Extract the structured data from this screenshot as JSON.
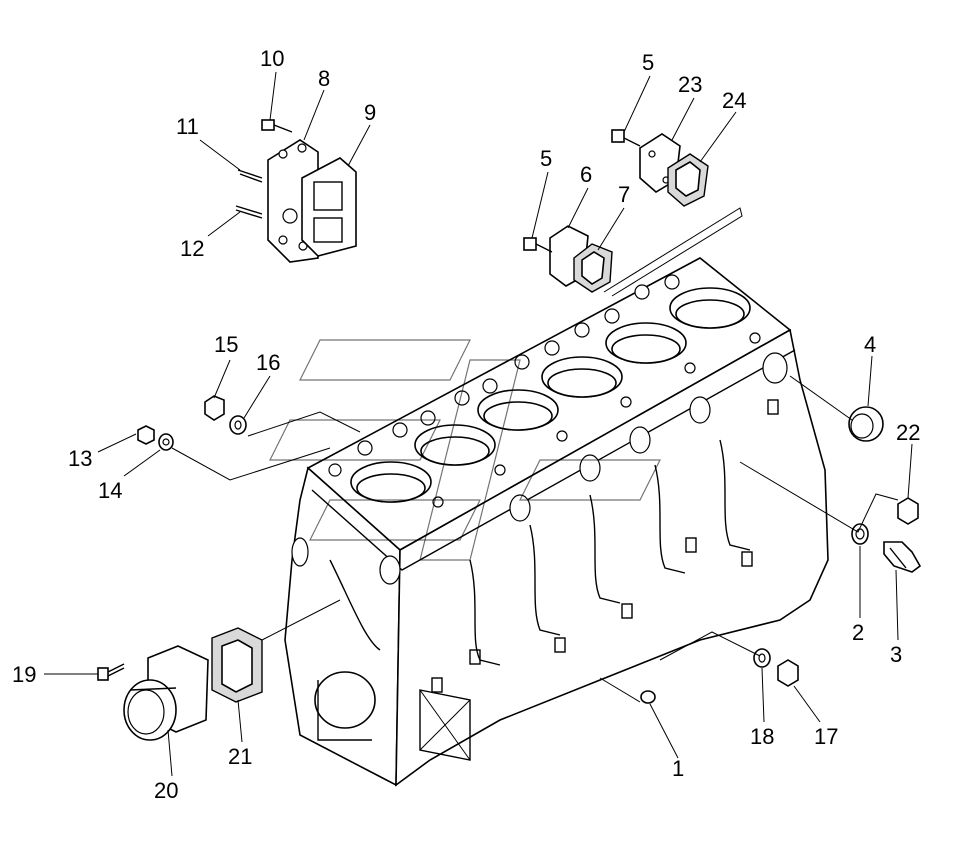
{
  "diagram": {
    "callouts": [
      {
        "id": "c1",
        "label": "1"
      },
      {
        "id": "c2",
        "label": "2"
      },
      {
        "id": "c3",
        "label": "3"
      },
      {
        "id": "c4",
        "label": "4"
      },
      {
        "id": "c5a",
        "label": "5"
      },
      {
        "id": "c5b",
        "label": "5"
      },
      {
        "id": "c6",
        "label": "6"
      },
      {
        "id": "c7",
        "label": "7"
      },
      {
        "id": "c8",
        "label": "8"
      },
      {
        "id": "c9",
        "label": "9"
      },
      {
        "id": "c10",
        "label": "10"
      },
      {
        "id": "c11",
        "label": "11"
      },
      {
        "id": "c12",
        "label": "12"
      },
      {
        "id": "c13",
        "label": "13"
      },
      {
        "id": "c14",
        "label": "14"
      },
      {
        "id": "c15",
        "label": "15"
      },
      {
        "id": "c16",
        "label": "16"
      },
      {
        "id": "c17",
        "label": "17"
      },
      {
        "id": "c18",
        "label": "18"
      },
      {
        "id": "c19",
        "label": "19"
      },
      {
        "id": "c20",
        "label": "20"
      },
      {
        "id": "c21",
        "label": "21"
      },
      {
        "id": "c22",
        "label": "22"
      },
      {
        "id": "c23",
        "label": "23"
      },
      {
        "id": "c24",
        "label": "24"
      }
    ]
  }
}
